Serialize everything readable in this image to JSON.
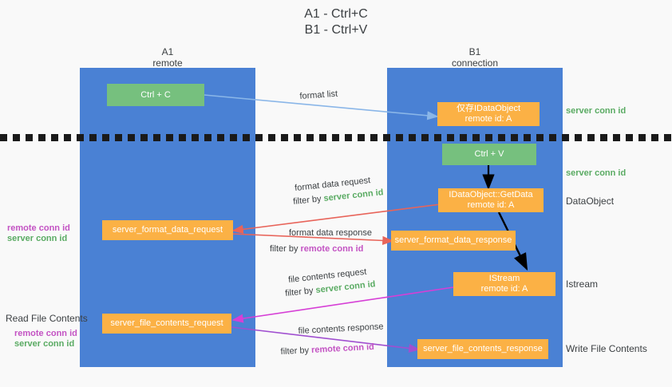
{
  "title": {
    "line1": "A1 - Ctrl+C",
    "line2": "B1 - Ctrl+V"
  },
  "colors": {
    "lane": "#4a81d4",
    "green_box": "#76c07e",
    "orange_box": "#fbb145",
    "green_text": "#5aab63",
    "purple_text": "#c353c3",
    "arrow_blue": "#8ab6e8",
    "arrow_red": "#e8645a",
    "arrow_magenta": "#d63fd6",
    "arrow_purple": "#a04fd0",
    "arrow_black": "#000000",
    "background": "#f9f9f9"
  },
  "columns": [
    {
      "name": "A1",
      "sub": "remote"
    },
    {
      "name": "B1",
      "sub": "connection"
    }
  ],
  "boxes": {
    "ctrl_c": {
      "line1": "Ctrl + C"
    },
    "idataobject": {
      "line1": "仅存IDataObject",
      "line2": "remote id: A"
    },
    "ctrl_v": {
      "line1": "Ctrl + V"
    },
    "getdata": {
      "line1": "IDataObject::GetData",
      "line2": "remote id: A"
    },
    "server_format_data_request": {
      "line1": "server_format_data_request"
    },
    "server_format_data_response": {
      "line1": "server_format_data_response"
    },
    "istream": {
      "line1": "IStream",
      "line2": "remote id: A"
    },
    "server_file_contents_request": {
      "line1": "server_file_contents_request"
    },
    "server_file_contents_response": {
      "line1": "server_file_contents_response"
    }
  },
  "right_labels": {
    "server_conn_id_1": "server conn id",
    "server_conn_id_2": "server conn id",
    "dataobject": "DataObject",
    "istream": "Istream",
    "write_file_contents": "Write File Contents"
  },
  "left_labels": {
    "remote_conn_id_1": "remote conn id",
    "server_conn_id_1": "server conn id",
    "read_file_contents": "Read File Contents",
    "remote_conn_id_2": "remote conn id",
    "server_conn_id_2": "server conn id"
  },
  "annotations": {
    "format_list": "format list",
    "format_data_request": "format data request",
    "format_data_request_filter_prefix": "filter by ",
    "format_data_request_filter_value": "server conn id",
    "format_data_response": "format data response",
    "format_data_response_filter_prefix": "filter by ",
    "format_data_response_filter_value": "remote conn id",
    "file_contents_request": "file contents request",
    "file_contents_request_filter_prefix": "filter by ",
    "file_contents_request_filter_value": "server conn id",
    "file_contents_response": "file contents response",
    "file_contents_response_filter_prefix": "filter by ",
    "file_contents_response_filter_value": "remote conn id"
  }
}
